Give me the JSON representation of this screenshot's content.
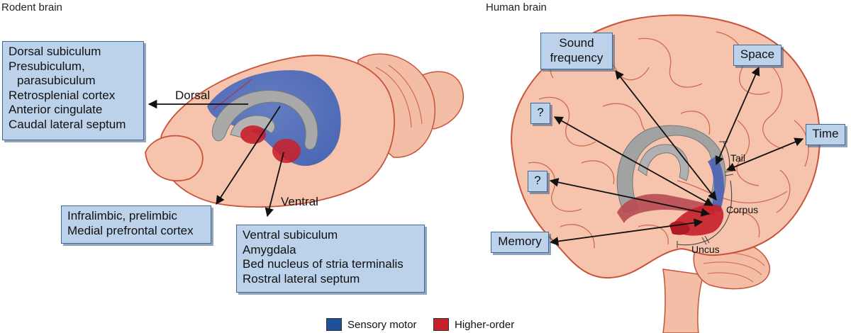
{
  "panels": {
    "rodent_title": "Rodent brain",
    "human_title": "Human brain"
  },
  "rodent": {
    "labels": {
      "dorsal": "Dorsal",
      "ventral": "Ventral"
    },
    "dorsal_box": [
      "Dorsal subiculum",
      "Presubiculum,",
      "parasubiculum",
      "Retrosplenial cortex",
      "Anterior cingulate",
      "Caudal lateral septum"
    ],
    "prefrontal_box": [
      "Infralimbic, prelimbic",
      "Medial prefrontal cortex"
    ],
    "ventral_box": [
      "Ventral subiculum",
      "Amygdala",
      "Bed nucleus of stria terminalis",
      "Rostral lateral septum"
    ]
  },
  "human": {
    "boxes": {
      "sound": [
        "Sound",
        "frequency"
      ],
      "space": "Space",
      "time": "Time",
      "question_upper": "?",
      "question_lower": "?",
      "memory": "Memory"
    },
    "labels": {
      "tail": "Tail",
      "corpus": "Corpus",
      "uncus": "Uncus"
    }
  },
  "legend": {
    "items": [
      {
        "label": "Sensory motor",
        "color": "#1f4e9c"
      },
      {
        "label": "Higher-order",
        "color": "#c8202a"
      }
    ]
  },
  "colors": {
    "brain_fill": "#f6c3ac",
    "brain_outline": "#c8533a",
    "sulcus": "#cf6b50",
    "hippocampus_gray": "#9a9a9a",
    "box_fill": "#bcd2ea",
    "box_border": "#3e6a9a"
  }
}
